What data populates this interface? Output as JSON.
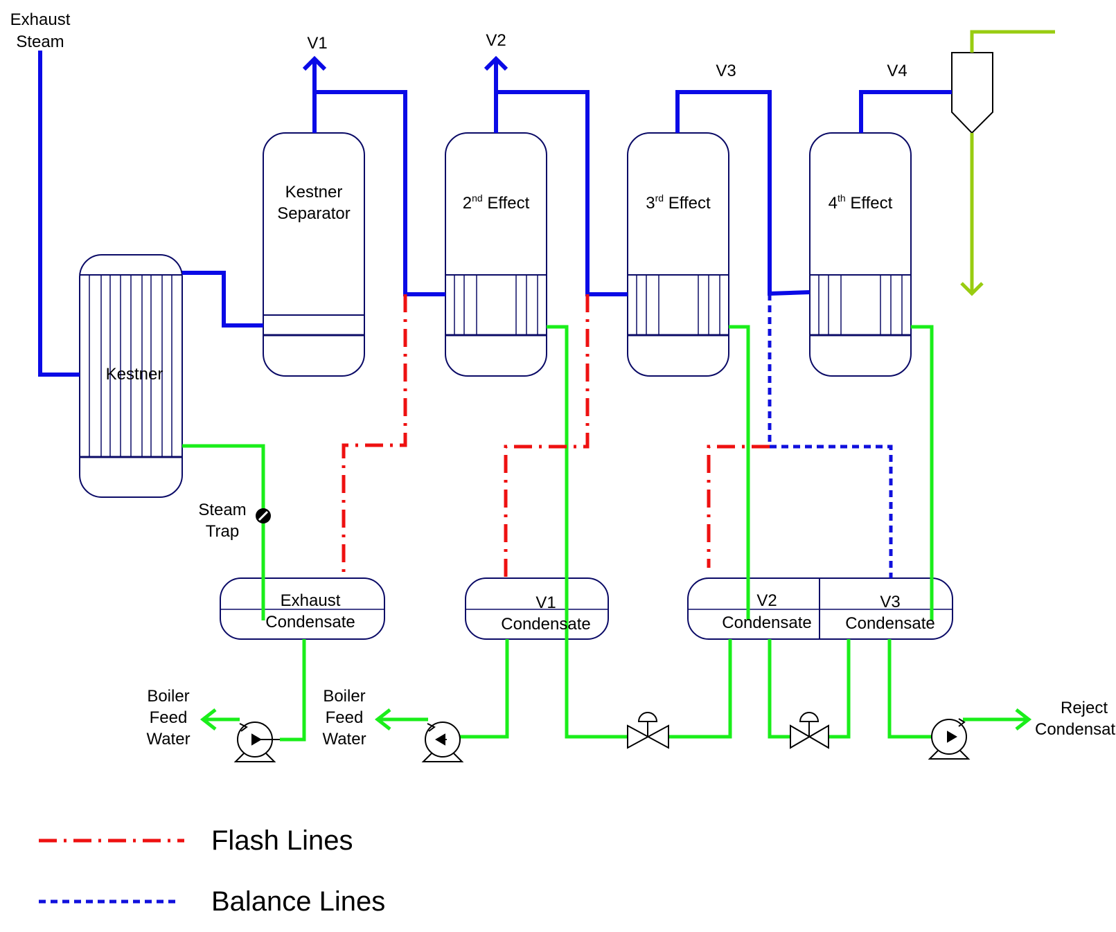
{
  "colors": {
    "vapour_line": "#0a0ae6",
    "condensate_line": "#1aee1a",
    "flash_line": "#ee1111",
    "balance_line": "#1010dd",
    "product_line": "#99cc11",
    "vessel_outline": "#0a0a66"
  },
  "labels": {
    "exhaust_steam_1": "Exhaust",
    "exhaust_steam_2": "Steam",
    "v1": "V1",
    "v2": "V2",
    "v3": "V3",
    "v4": "V4",
    "kestner": "Kestner",
    "kestner_separator_1": "Kestner",
    "kestner_separator_2": "Separator",
    "effect2_num": "2",
    "effect2_sup": "nd",
    "effect3_num": "3",
    "effect3_sup": "rd",
    "effect4_num": "4",
    "effect4_sup": "th",
    "effect_word": "Effect",
    "steam_trap_1": "Steam",
    "steam_trap_2": "Trap",
    "exhaust_condensate_1": "Exhaust",
    "exhaust_condensate_2": "Condensate",
    "v1_condensate_1": "V1",
    "v1_condensate_2": "Condensate",
    "v2_condensate_1": "V2",
    "v2_condensate_2": "Condensate",
    "v3_condensate_1": "V3",
    "v3_condensate_2": "Condensate",
    "boiler_feed_1": "Boiler",
    "boiler_feed_2": "Feed",
    "boiler_feed_3": "Water",
    "reject_1": "Reject",
    "reject_2": "Condensate"
  },
  "legend": {
    "flash": "Flash Lines",
    "balance": "Balance Lines"
  },
  "icons": [
    "pump-icon",
    "valve-icon",
    "steam-trap-icon",
    "cyclone-icon",
    "arrow-icon"
  ]
}
